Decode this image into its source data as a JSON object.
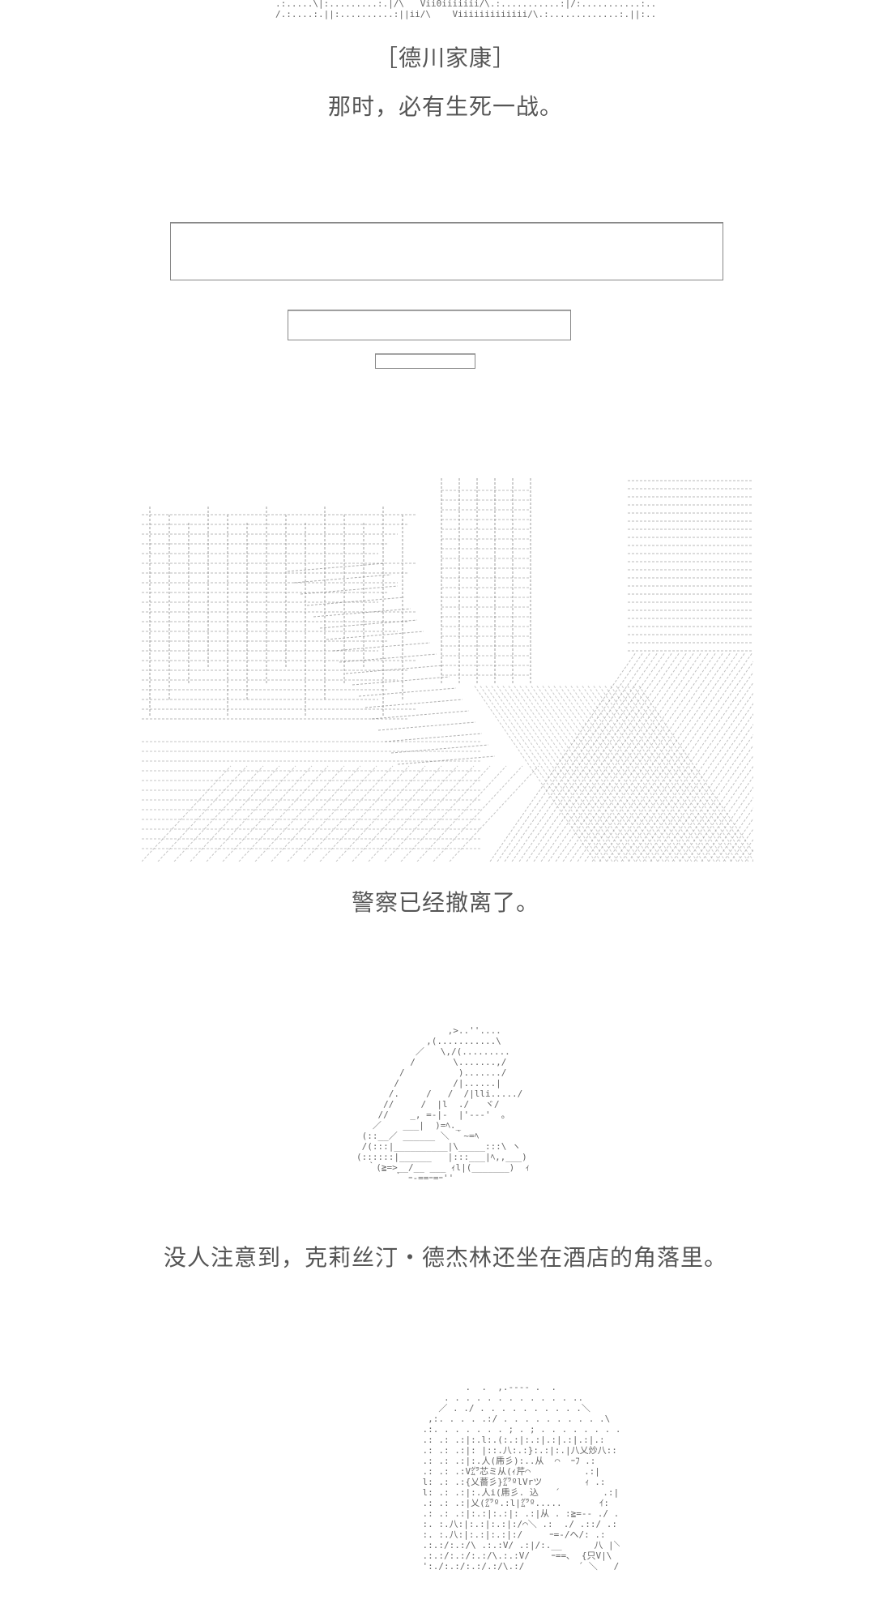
{
  "captions": {
    "speaker": "［德川家康］",
    "line1": "那时，必有生死一战。",
    "line2": "警察已经撤离了。",
    "line3": "没人注意到，克莉丝汀・德杰林还坐在酒店的角落里。"
  },
  "art": {
    "top_strip": ".:.....\\|:.........:.|/\\   Vii0iiiiiii/\\.:...........:|/:...........:.../\\\n/.:....:.||:..........:||ii/\\    Viiiiiiiiiiiii/\\.:.............:.||:...........:.../\\",
    "figure_hunched": "                 ,>..''....\n             ,(...........\\\n           ／   \\,/(.........\n          /       \\.......,/\n        /          )......./\n       /          /|......|\n      /.     /   /  /|lli...../\n     //     /  |l  ./   ヾ/\n    //    _, =-|-  |'---'  ｡\n   ／    ___|  )=ﾍ._\n (::__／ ______ ＼ ｀~=ﾍ\n /(:::|__________|\\_____:::\\ ヽ\n(::::::|______   |:::___|ﾍ,,___)\n  ｀(≧=>__/__ ___ ｨl|(_______)  ｨ\n       ｀ ｰ-==ｰ=ｰ''",
    "figure_seated": "            .  .  ,.---- .  .\n        . . . . . . . . . . . . ..\n       ／ . ./ . . . . . . . . . .＼\n     ,:. . . . .:/ . . . . . . . . . .\\\n    .:. . . . . . . ; . ; . . . . . . . .\n    .: .: .:|:.l:.(:.:|:.:|.:|.:|.:|.:\n    .: .: .:|: |::.八:.:}:.:|:.|八乂炒八::\n    .: .: .:|:.人(乕彡):..从  ⌒  ｰﾌ .:\n    .: .: .:V㌘芯ミ从(ｨ芹⌒          .:|\n    l: .: .:{乂薔彡}㌘ºlVrツ        ｨ .:\n    l: .: .:|:.人i(乕彡. 込   ´        .:|\n    .: .: .:|乂(㌘º.:l|㌘º.....       ｲ:\n    .: .: .:|:.:|:.:|: .:|从 . :≧=-- ./ .:\n    :. :.八:|:.:|:.:|:/⌒＼ .:  ./ .::/ .:\n    :. :.八:|:.:|:.:|:/     ｰ=-/へ/: .:\n    .:.:/:.:/\\ .:.:V/ .:|/:.__      八 |＼.八\n    .:.:/:.:/:.:/\\.:.:V/    ｰ==､  {只V|\\  .:|\n    ':./:.:/:.:/.:/\\.:/          ´ ＼   /  .:|"
  }
}
